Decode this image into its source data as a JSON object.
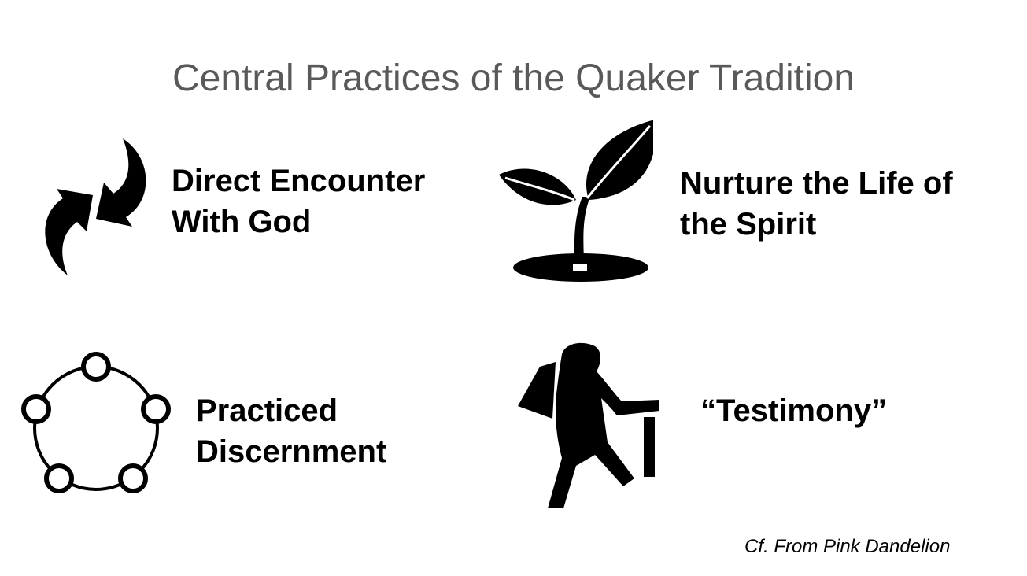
{
  "slide": {
    "title": "Central Practices of the Quaker Tradition",
    "practices": [
      {
        "icon": "arrows-icon",
        "line1": "Direct Encounter",
        "line2": "With God"
      },
      {
        "icon": "sprout-icon",
        "line1": "Nurture the Life of",
        "line2": "the Spirit"
      },
      {
        "icon": "circle-network-icon",
        "line1": "Practiced",
        "line2": "Discernment"
      },
      {
        "icon": "hiker-icon",
        "line1": "“Testimony”"
      }
    ],
    "credit": "Cf. From Pink Dandelion"
  },
  "colors": {
    "title": "#595959",
    "text": "#000000",
    "icon": "#000000",
    "background": "#ffffff"
  }
}
